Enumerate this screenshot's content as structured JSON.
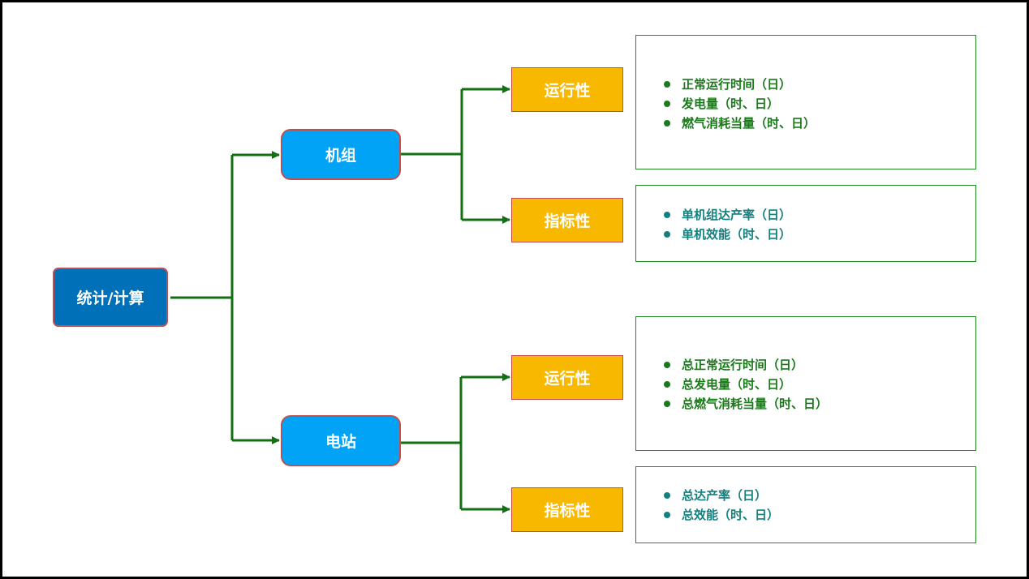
{
  "colors": {
    "connector": "#127012",
    "root_fill": "#0070b8",
    "mid_fill": "#00a3f5",
    "category_fill": "#f8b800",
    "box_border": "#c0504d",
    "detail_border": "#228b22",
    "text_green": "#1a7a1a",
    "text_teal": "#13807f"
  },
  "root": {
    "label": "统计/计算"
  },
  "branches": [
    {
      "label": "机组",
      "categories": [
        {
          "label": "运行性",
          "items": [
            "正常运行时间（日）",
            "发电量（时、日）",
            "燃气消耗当量（时、日）"
          ]
        },
        {
          "label": "指标性",
          "items": [
            "单机组达产率（日）",
            "单机效能（时、日）"
          ]
        }
      ]
    },
    {
      "label": "电站",
      "categories": [
        {
          "label": "运行性",
          "items": [
            "总正常运行时间（日）",
            "总发电量（时、日）",
            "总燃气消耗当量（时、日）"
          ]
        },
        {
          "label": "指标性",
          "items": [
            "总达产率（日）",
            "总效能（时、日）"
          ]
        }
      ]
    }
  ]
}
